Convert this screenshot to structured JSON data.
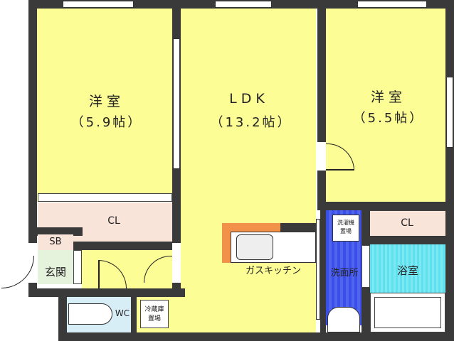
{
  "floor_plan": {
    "rooms": [
      {
        "id": "western-room-1",
        "name": "洋室",
        "size": "（5.9帖）"
      },
      {
        "id": "ldk",
        "name": "LDK",
        "size": "（13.2帖）"
      },
      {
        "id": "western-room-2",
        "name": "洋室",
        "size": "（5.5帖）"
      }
    ],
    "closets": {
      "cl1": "CL",
      "cl2": "CL",
      "sb": "SB"
    },
    "entrance": "玄関",
    "toilet": "WC",
    "fridge_space": "冷蔵庫\n置場",
    "fridge_line1": "冷蔵庫",
    "fridge_line2": "置場",
    "washer_line1": "洗濯機",
    "washer_line2": "置場",
    "washroom": "洗面所",
    "bathroom": "浴室",
    "kitchen": "ガスキッチン"
  },
  "colors": {
    "room_fill": "#fdfd96",
    "wall": "#3a3a3a",
    "closet": "#f9e4da",
    "entrance": "#e6f3dc",
    "toilet": "#d8eef6",
    "bath": "#6ee4f0",
    "washroom": "#4458ec",
    "kitchen_counter": "#f2914a"
  }
}
